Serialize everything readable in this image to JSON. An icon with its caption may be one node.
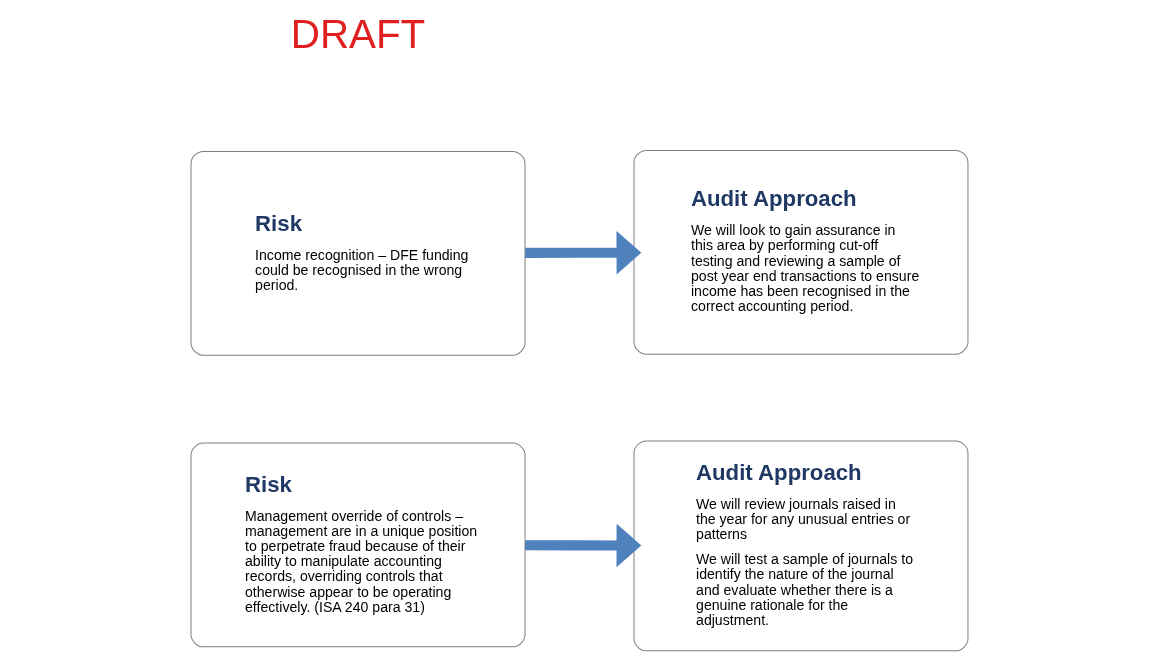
{
  "diagram": {
    "nodes": [
      {
        "text": [
          "Risk",
          "Income recognition – DFE funding could be recognised in the wrong period."
        ]
      },
      {
        "text": [
          "Audit Approach",
          "We will look to gain assurance in this area by performing cut-off testing and reviewing a sample of post year end transactions to ensure income has been recognised in the correct accounting period."
        ]
      },
      {
        "text": [
          "Risk",
          "Management override of controls – management are in a unique position to perpetrate fraud because of their ability to manipulate accounting records, overriding controls that otherwise appear to be operating effectively. (ISA 240 para 31)"
        ]
      },
      {
        "text": [
          "Audit Approach",
          "We will review journals raised in the year for any unusual entries or patterns",
          "We will test a sample of journals to identify the nature of the journal and evaluate whether there is a genuine rationale for the adjustment."
        ]
      }
    ],
    "edges": [
      {
        "from": 0,
        "to": 1,
        "arrow": "to"
      },
      {
        "from": 2,
        "to": 3,
        "arrow": "to"
      }
    ],
    "labels": [
      "DRAFT"
    ]
  }
}
